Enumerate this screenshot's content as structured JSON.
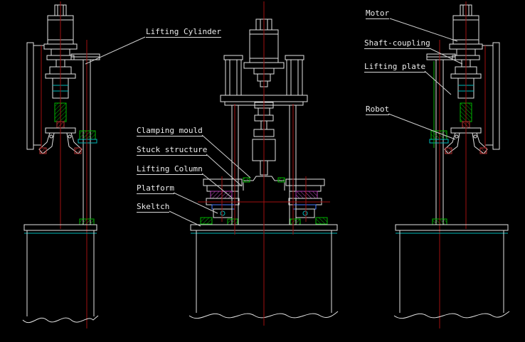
{
  "drawing": {
    "background": "#000000",
    "colors": {
      "outline": "#e2e2e2",
      "centerline_red": "#a01010",
      "detail_cyan": "#00b7b7",
      "detail_green": "#00b400",
      "detail_magenta": "#b040b0",
      "detail_blue": "#4a7cff"
    },
    "annotations": [
      {
        "id": "lifting-cylinder",
        "text": "Lifting Cylinder"
      },
      {
        "id": "motor",
        "text": "Motor"
      },
      {
        "id": "shaft-coupling",
        "text": "Shaft-coupling"
      },
      {
        "id": "lifting-plate",
        "text": "Lifting plate"
      },
      {
        "id": "robot",
        "text": "Robot"
      },
      {
        "id": "clamping-mould",
        "text": "Clamping mould"
      },
      {
        "id": "stuck-structure",
        "text": "Stuck structure"
      },
      {
        "id": "lifting-column",
        "text": "Lifting Column"
      },
      {
        "id": "platform",
        "text": "Platform"
      },
      {
        "id": "skeltch",
        "text": "Skeltch"
      }
    ]
  }
}
